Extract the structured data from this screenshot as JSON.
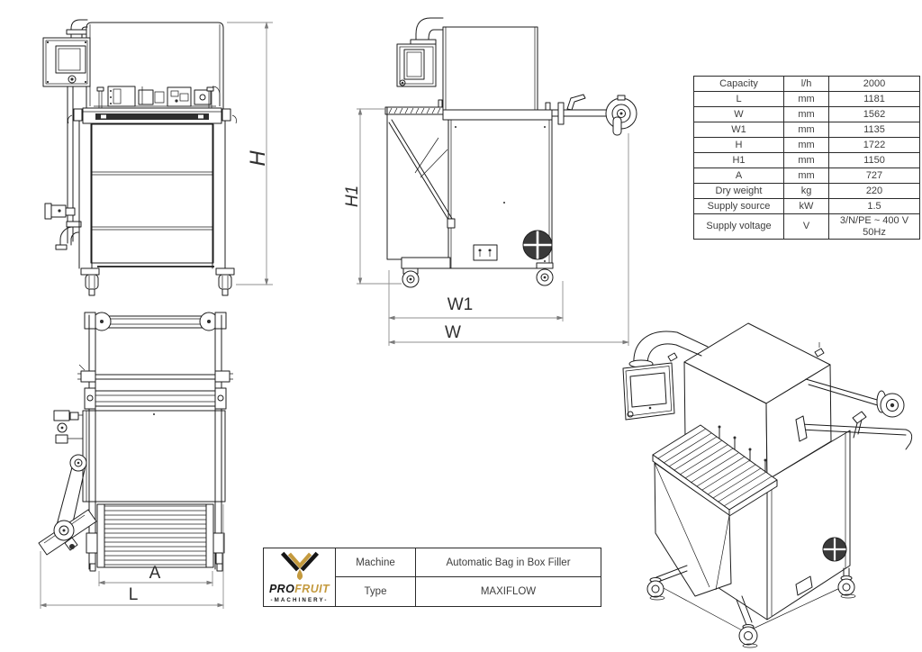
{
  "colors": {
    "line": "#1c1c1c",
    "dim_line": "#8f8f8f",
    "text": "#3d3d3d",
    "logo_gold": "#c49a3e",
    "logo_black": "#161616",
    "background": "#ffffff"
  },
  "drawing_labels": {
    "front_height": "H",
    "side_height": "H1",
    "side_inner_width": "W1",
    "side_width": "W",
    "top_inner_length": "A",
    "top_length": "L"
  },
  "spec_table": {
    "rows": [
      {
        "param": "Capacity",
        "unit": "l/h",
        "value": "2000"
      },
      {
        "param": "L",
        "unit": "mm",
        "value": "1181"
      },
      {
        "param": "W",
        "unit": "mm",
        "value": "1562"
      },
      {
        "param": "W1",
        "unit": "mm",
        "value": "1135"
      },
      {
        "param": "H",
        "unit": "mm",
        "value": "1722"
      },
      {
        "param": "H1",
        "unit": "mm",
        "value": "1150"
      },
      {
        "param": "A",
        "unit": "mm",
        "value": "727"
      },
      {
        "param": "Dry weight",
        "unit": "kg",
        "value": "220"
      },
      {
        "param": "Supply source",
        "unit": "kW",
        "value": "1.5"
      },
      {
        "param": "Supply voltage",
        "unit": "V",
        "value": "3/N/PE ~ 400 V 50Hz"
      }
    ]
  },
  "title_block": {
    "machine_label": "Machine",
    "machine_value": "Automatic Bag in Box Filler",
    "type_label": "Type",
    "type_value": "MAXIFLOW",
    "logo": {
      "pro": "PRO",
      "fruit": "FRUIT",
      "machinery": "-MACHINERY-"
    }
  }
}
